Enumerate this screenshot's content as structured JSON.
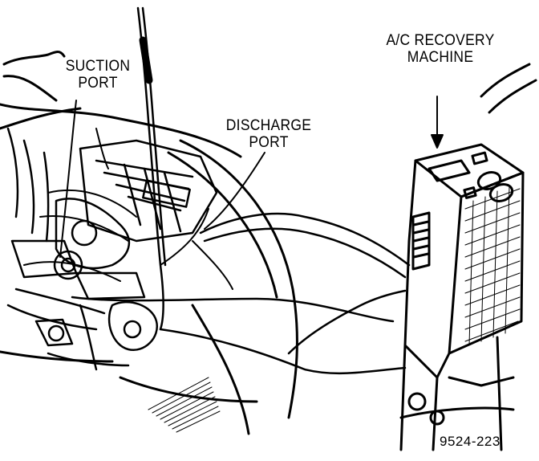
{
  "figure": {
    "labels": {
      "suction_line1": "SUCTION",
      "suction_line2": "PORT",
      "discharge_line1": "DISCHARGE",
      "discharge_line2": "PORT",
      "machine_line1": "A/C RECOVERY",
      "machine_line2": "MACHINE"
    },
    "figure_id": "9524-223"
  }
}
